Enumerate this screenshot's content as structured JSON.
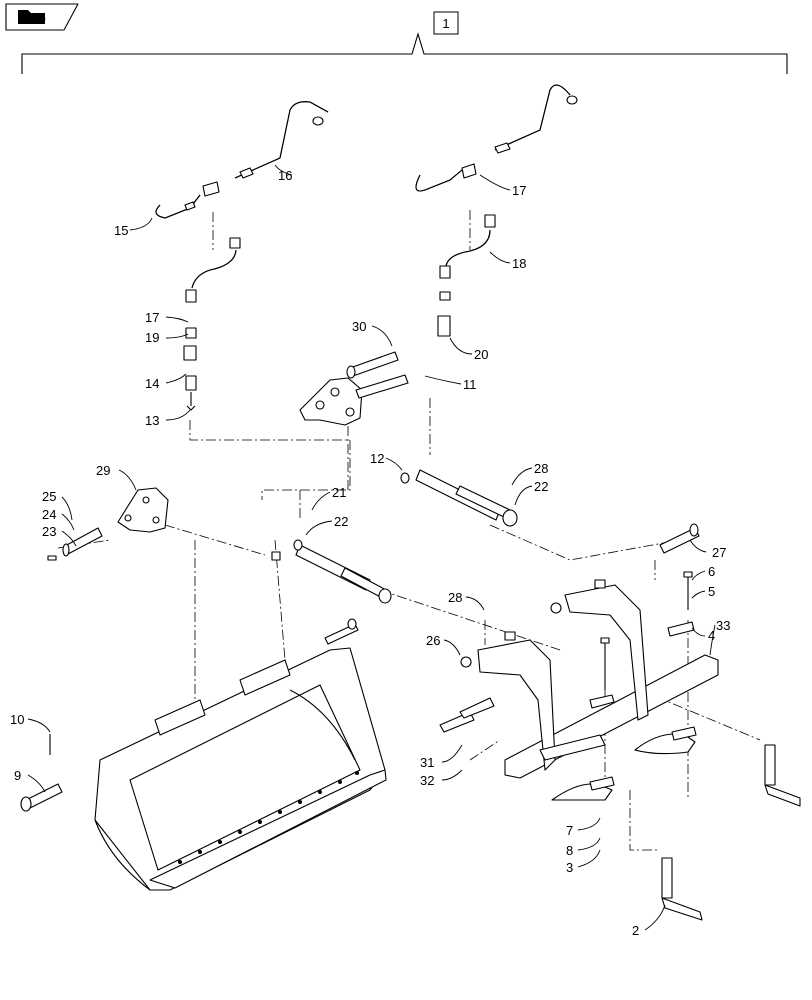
{
  "nav_icon": "folder-arrow-icon",
  "assembly_label": "1",
  "callouts": [
    "2",
    "3",
    "4",
    "5",
    "6",
    "7",
    "8",
    "9",
    "10",
    "11",
    "12",
    "13",
    "14",
    "15",
    "16",
    "17",
    "17",
    "18",
    "19",
    "20",
    "21",
    "22",
    "22",
    "23",
    "24",
    "25",
    "26",
    "27",
    "28",
    "28",
    "29",
    "30",
    "31",
    "32",
    "33"
  ]
}
